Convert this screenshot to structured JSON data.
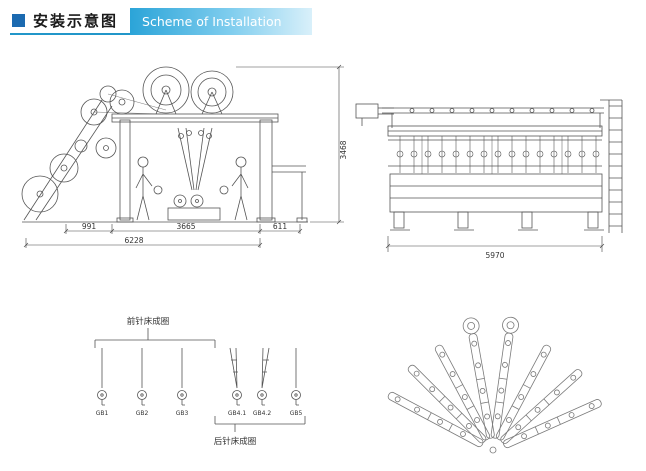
{
  "header": {
    "title_cn": "安装示意图",
    "title_en": "Scheme of Installation"
  },
  "front_view": {
    "dim_left": "991",
    "dim_center": "3665",
    "dim_right": "611",
    "dim_total": "6228",
    "dim_height": "3468"
  },
  "side_view": {
    "dim_length": "5970"
  },
  "guide_bar_diagram": {
    "front_label": "前针床成圈",
    "back_label": "后针床成圈",
    "bars": [
      "GB1",
      "GB2",
      "GB3",
      "GB4.1",
      "GB4.2",
      "GB5"
    ]
  },
  "colors": {
    "accent_blue": "#1b6ab0",
    "underline_blue": "#2196c9",
    "banner_gradient_start": "#2ba4d8",
    "banner_gradient_end": "#d9f0fa",
    "drawing_line": "#555555"
  }
}
